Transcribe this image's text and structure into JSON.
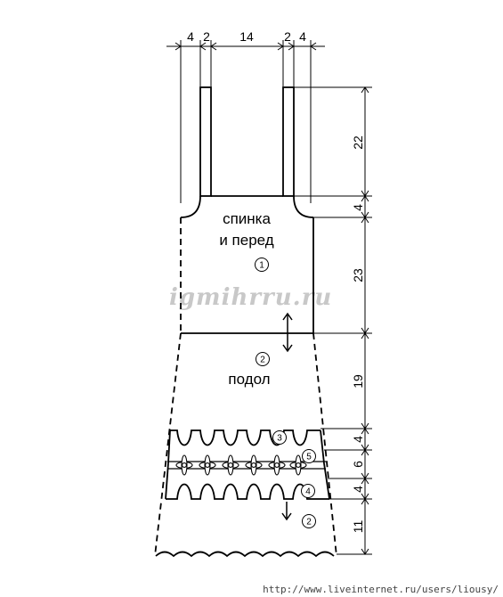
{
  "top_dims": [
    "4",
    "2",
    "14",
    "2",
    "4"
  ],
  "right_dims": [
    "22",
    "4",
    "23",
    "19",
    "4",
    "6",
    "4",
    "11"
  ],
  "labels": {
    "panel_line1": "спинка",
    "panel_line2": "и перед",
    "hem": "подол"
  },
  "markers": [
    "1",
    "2",
    "3",
    "5",
    "4",
    "2"
  ],
  "watermark": "igmihrru.ru",
  "footer_url": "http://www.liveinternet.ru/users/liousy/"
}
